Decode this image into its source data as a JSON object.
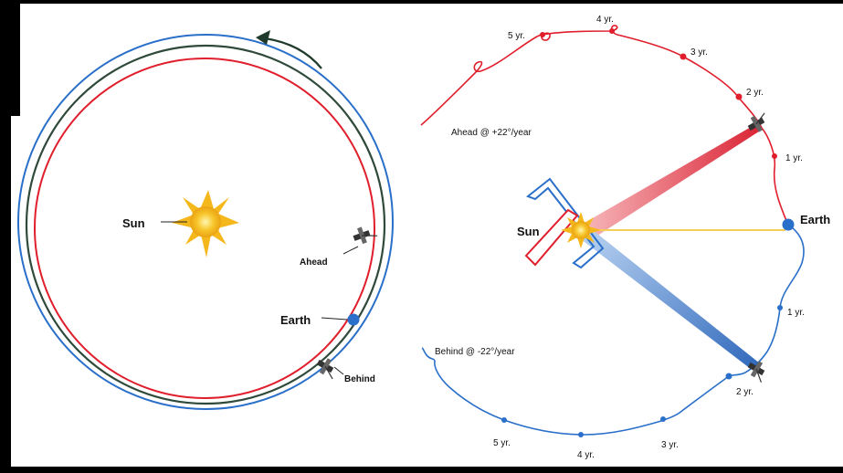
{
  "colors": {
    "background": "#ffffff",
    "frame": "#000000",
    "ahead": "#e01e2c",
    "behind": "#2a6fc9",
    "earth_orbit": "#2f4a3a",
    "sun": "#f5b81c",
    "earth_line": "#f3cf5a"
  },
  "left_panel": {
    "sun_label": "Sun",
    "ahead_label": "Ahead",
    "earth_label": "Earth",
    "behind_label": "Behind"
  },
  "right_panel": {
    "ahead_note": "Ahead @ +22°/year",
    "behind_note": "Behind @ -22°/year",
    "sun_label": "Sun",
    "earth_label": "Earth",
    "ahead_years": [
      "1 yr.",
      "2 yr.",
      "3 yr.",
      "4 yr.",
      "5 yr."
    ],
    "behind_years": [
      "1 yr.",
      "2 yr.",
      "3 yr.",
      "4 yr.",
      "5 yr."
    ]
  },
  "icons": [
    "sun-icon",
    "earth-icon",
    "spacecraft-icon",
    "rotation-arrow-icon"
  ]
}
